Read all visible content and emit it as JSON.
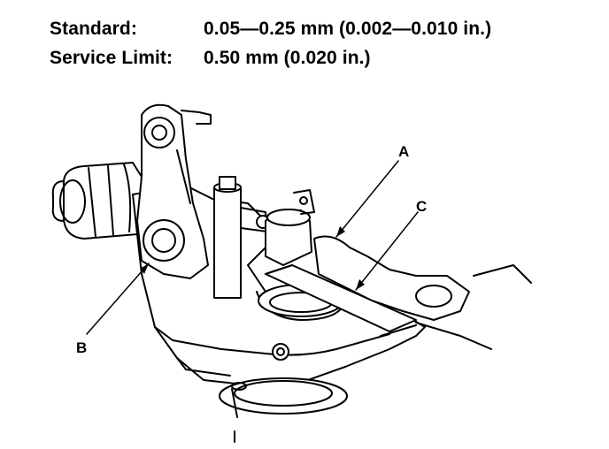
{
  "specs": {
    "standard": {
      "label": "Standard:",
      "value": "0.05—0.25 mm (0.002—0.010 in.)"
    },
    "service_limit": {
      "label": "Service Limit:",
      "value": "0.50 mm (0.020 in.)"
    }
  },
  "callouts": {
    "a": "A",
    "b": "B",
    "c": "C"
  },
  "colors": {
    "ink": "#000000",
    "paper": "#ffffff",
    "shade": "#1a1a1a"
  }
}
